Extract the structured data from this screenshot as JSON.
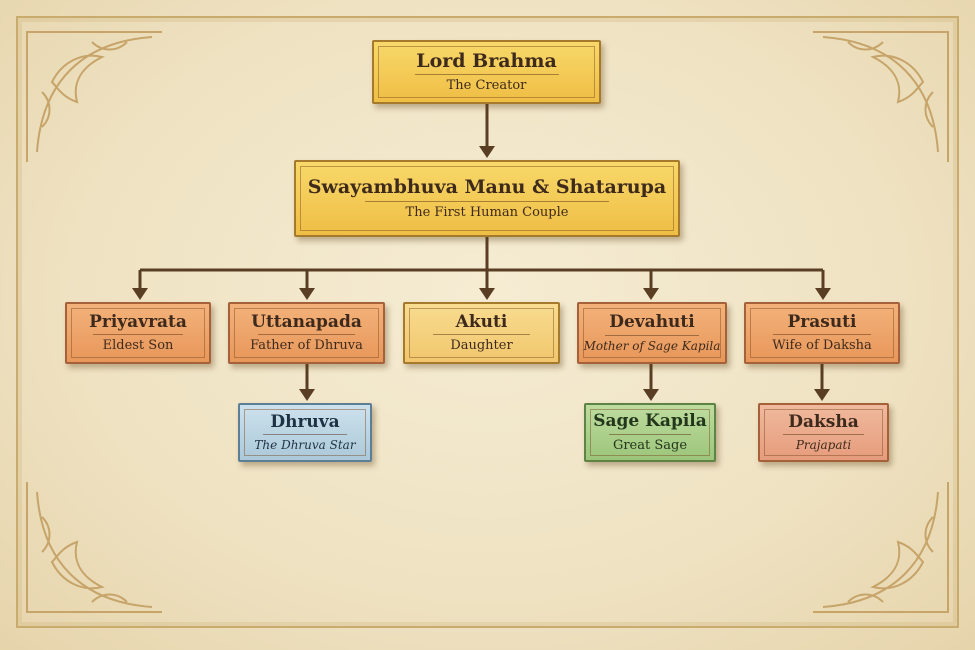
{
  "nodes": {
    "brahma": {
      "name": "Lord Brahma",
      "subtitle": "The Creator"
    },
    "manu": {
      "name": "Swayambhuva Manu & Shatarupa",
      "subtitle": "The First Human Couple"
    },
    "priyavrata": {
      "name": "Priyavrata",
      "subtitle": "Eldest Son"
    },
    "uttanapada": {
      "name": "Uttanapada",
      "subtitle": "Father of Dhruva"
    },
    "akuti": {
      "name": "Akuti",
      "subtitle": "Daughter"
    },
    "devahuti": {
      "name": "Devahuti",
      "subtitle": "Mother of Sage Kapila"
    },
    "prasuti": {
      "name": "Prasuti",
      "subtitle": "Wife of Daksha"
    },
    "dhruva": {
      "name": "Dhruva",
      "subtitle": "The Dhruva Star"
    },
    "kapila": {
      "name": "Sage Kapila",
      "subtitle": "Great Sage"
    },
    "daksha": {
      "name": "Daksha",
      "subtitle": "Prajapati"
    }
  },
  "colors": {
    "connector": "#5a3e24",
    "gold": "#f2c84f",
    "orange": "#eba066",
    "blue": "#b9d4e2",
    "green": "#acd08c",
    "salmon": "#eaa98a"
  }
}
